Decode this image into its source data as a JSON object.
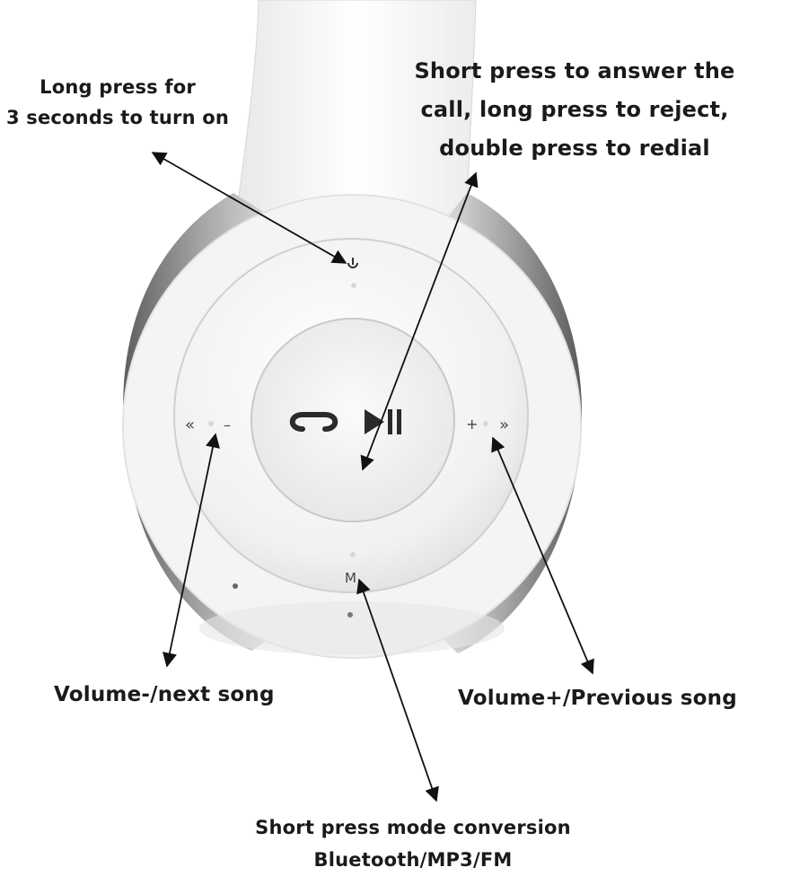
{
  "labels": {
    "power": [
      "Long press for",
      "3 seconds to turn on"
    ],
    "answer": [
      "Short press to answer the",
      "call, long press to reject,",
      "double press to redial"
    ],
    "volume_down": "Volume-/next song",
    "volume_up": "Volume+/Previous song",
    "mode": [
      "Short press mode conversion",
      "Bluetooth/MP3/FM"
    ]
  },
  "buttons": {
    "left_symbol": "«",
    "minus_symbol": "–",
    "plus_symbol": "+",
    "right_symbol": "»",
    "mode_symbol": "M"
  },
  "icons": [
    "power-icon",
    "phone-handset-icon",
    "play-pause-icon",
    "rewind-icon",
    "fast-forward-icon"
  ],
  "colors": {
    "text": "#1a1a1a",
    "earcup": "#f3f3f3",
    "headband_shadow": "#9a9a9a"
  }
}
